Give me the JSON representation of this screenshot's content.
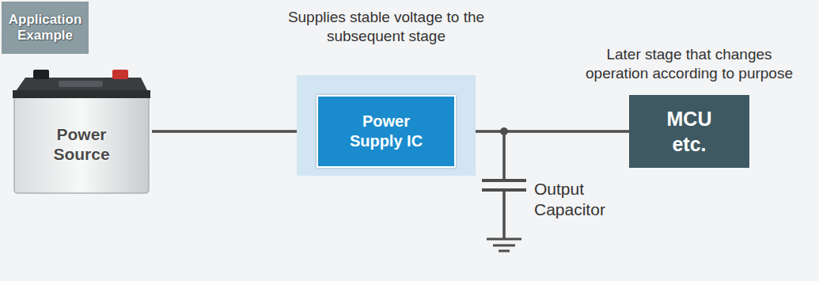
{
  "diagram": {
    "nodes": [
      {
        "text": [
          "Application Example"
        ]
      },
      {
        "text": [
          "Power Source"
        ]
      },
      {
        "text": [
          "Supplies stable voltage to the subsequent stage"
        ]
      },
      {
        "text": [
          "Power Supply IC"
        ],
        "in": 2
      },
      {
        "text": [
          "Later stage that changes operation according to purpose",
          "MCU etc."
        ]
      }
    ],
    "edges": [
      {
        "from": 1,
        "to": 3,
        "arrow": "none"
      },
      {
        "from": 3,
        "to": 4,
        "arrow": "none"
      }
    ],
    "labels": [
      "Output Capacitor"
    ]
  }
}
